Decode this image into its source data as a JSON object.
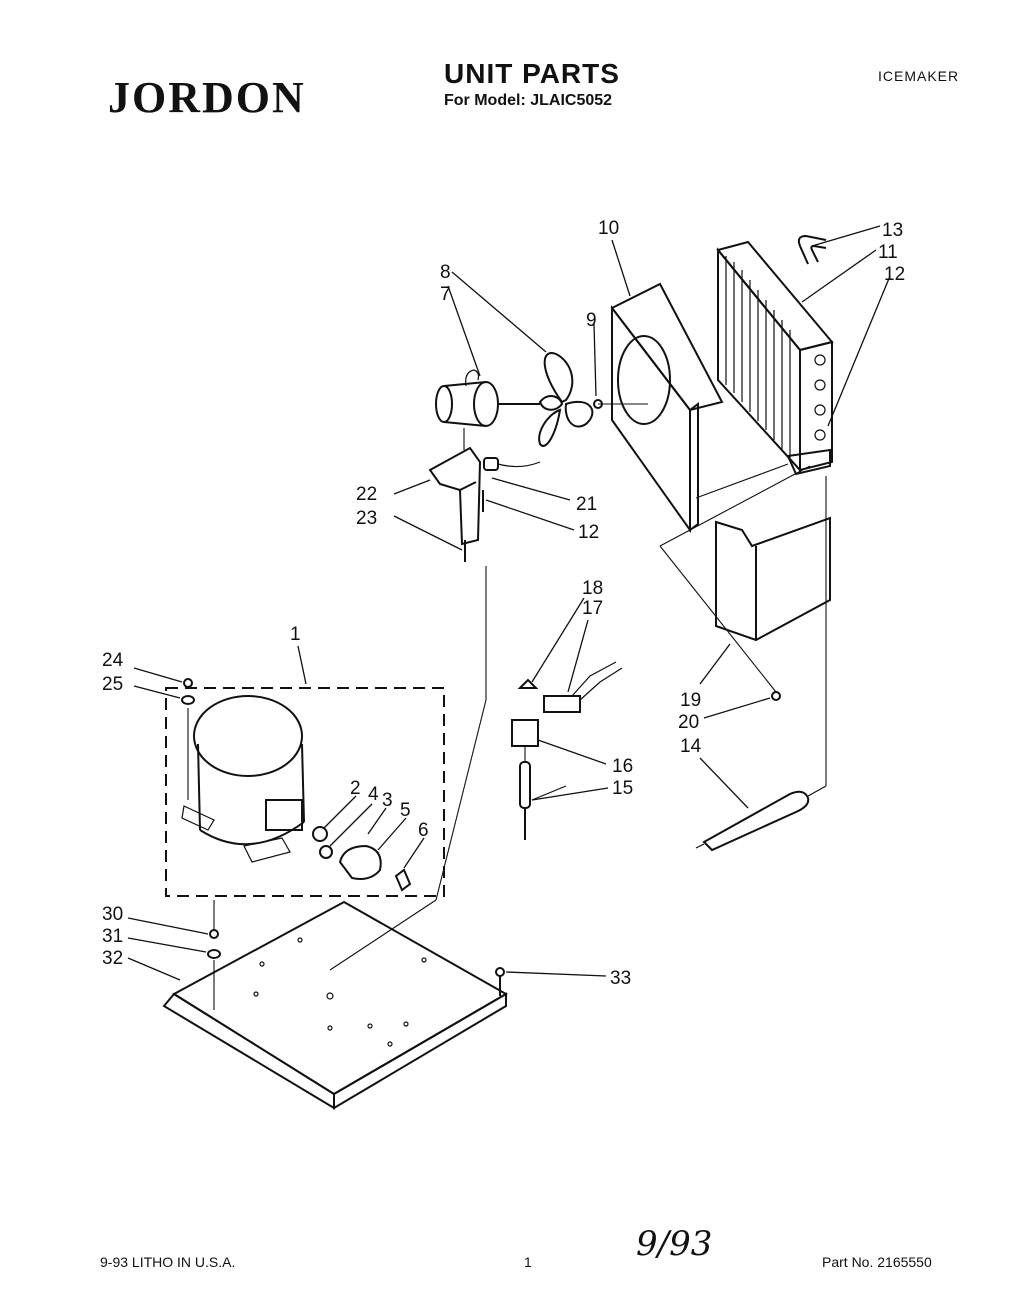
{
  "header": {
    "brand": "JORDON",
    "title": "UNIT PARTS",
    "subtitle": "For Model: JLAIC5052",
    "category": "ICEMAKER"
  },
  "footer": {
    "litho": "9-93 LITHO IN U.S.A.",
    "page": "1",
    "part_number": "Part No. 2165550",
    "handwritten_date": "9/93"
  },
  "callouts": [
    "1",
    "2",
    "3",
    "4",
    "5",
    "6",
    "7",
    "8",
    "9",
    "10",
    "11",
    "12",
    "12",
    "13",
    "14",
    "15",
    "16",
    "17",
    "18",
    "19",
    "20",
    "21",
    "22",
    "23",
    "24",
    "25",
    "30",
    "31",
    "32",
    "33"
  ]
}
